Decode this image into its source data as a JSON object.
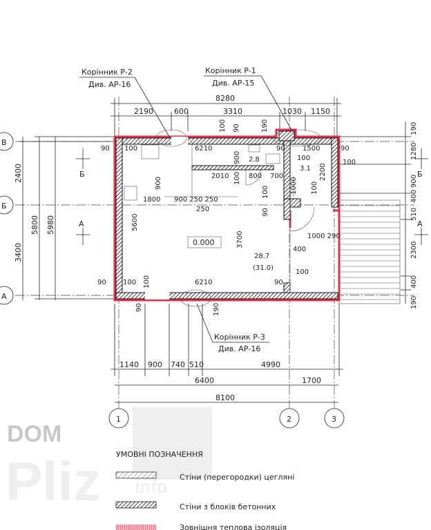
{
  "callouts": [
    {
      "title": "Корінник Р-2",
      "ref": "Див. АР-16"
    },
    {
      "title": "Корінник Р-1",
      "ref": "Див. АР-15"
    },
    {
      "title": "Корінник Р-3",
      "ref": "Див. АР-16"
    }
  ],
  "top_dims": {
    "overall": "8280",
    "segments": [
      "2190",
      "600",
      "3310",
      "1030",
      "1150"
    ]
  },
  "bottom_dims": {
    "segments": [
      "1140",
      "900",
      "740",
      "510",
      "4990"
    ],
    "axes_segments": [
      "6400",
      "1700"
    ],
    "overall": "8100"
  },
  "left_dims": {
    "segments": [
      "2400",
      "3400"
    ],
    "inner": "5800",
    "outer": "5980"
  },
  "right_dims": {
    "segments": [
      "190",
      "1280",
      "900",
      "400",
      "510",
      "2300",
      "400",
      "190"
    ]
  },
  "axes": {
    "rows": [
      "В",
      "Б",
      "А"
    ],
    "columns": [
      "1",
      "2",
      "3"
    ]
  },
  "sections": {
    "b": "Б",
    "a": "А"
  },
  "plan_labels": [
    "90",
    "100",
    "6210",
    "90",
    "1500",
    "90",
    "2.8",
    "100",
    "3.1",
    "100",
    "2010",
    "800",
    "700",
    "1800",
    "900 250 250",
    "250",
    "28.7",
    "(31.0)",
    "1000 290",
    "400",
    "100",
    "90",
    "100",
    "6210",
    "90",
    "100",
    "90",
    "190",
    "900",
    "100",
    "900",
    "5600",
    "3700",
    "100",
    "90",
    "100",
    "1000",
    "2200",
    "100",
    "90",
    "190"
  ],
  "elevation_mark": "0.000",
  "legend": {
    "title": "УМОВНІ ПОЗНАЧЕННЯ",
    "items": [
      "Стіни (перегородки) цегляні",
      "Стіни з блоків бетонних",
      "Зовнішня теплова ізоляція"
    ]
  },
  "watermark": {
    "line1": "DOM",
    "line2": "Pliz",
    "line3": "info"
  },
  "colors": {
    "insulation": "#e0304a",
    "lines": "#222222"
  }
}
